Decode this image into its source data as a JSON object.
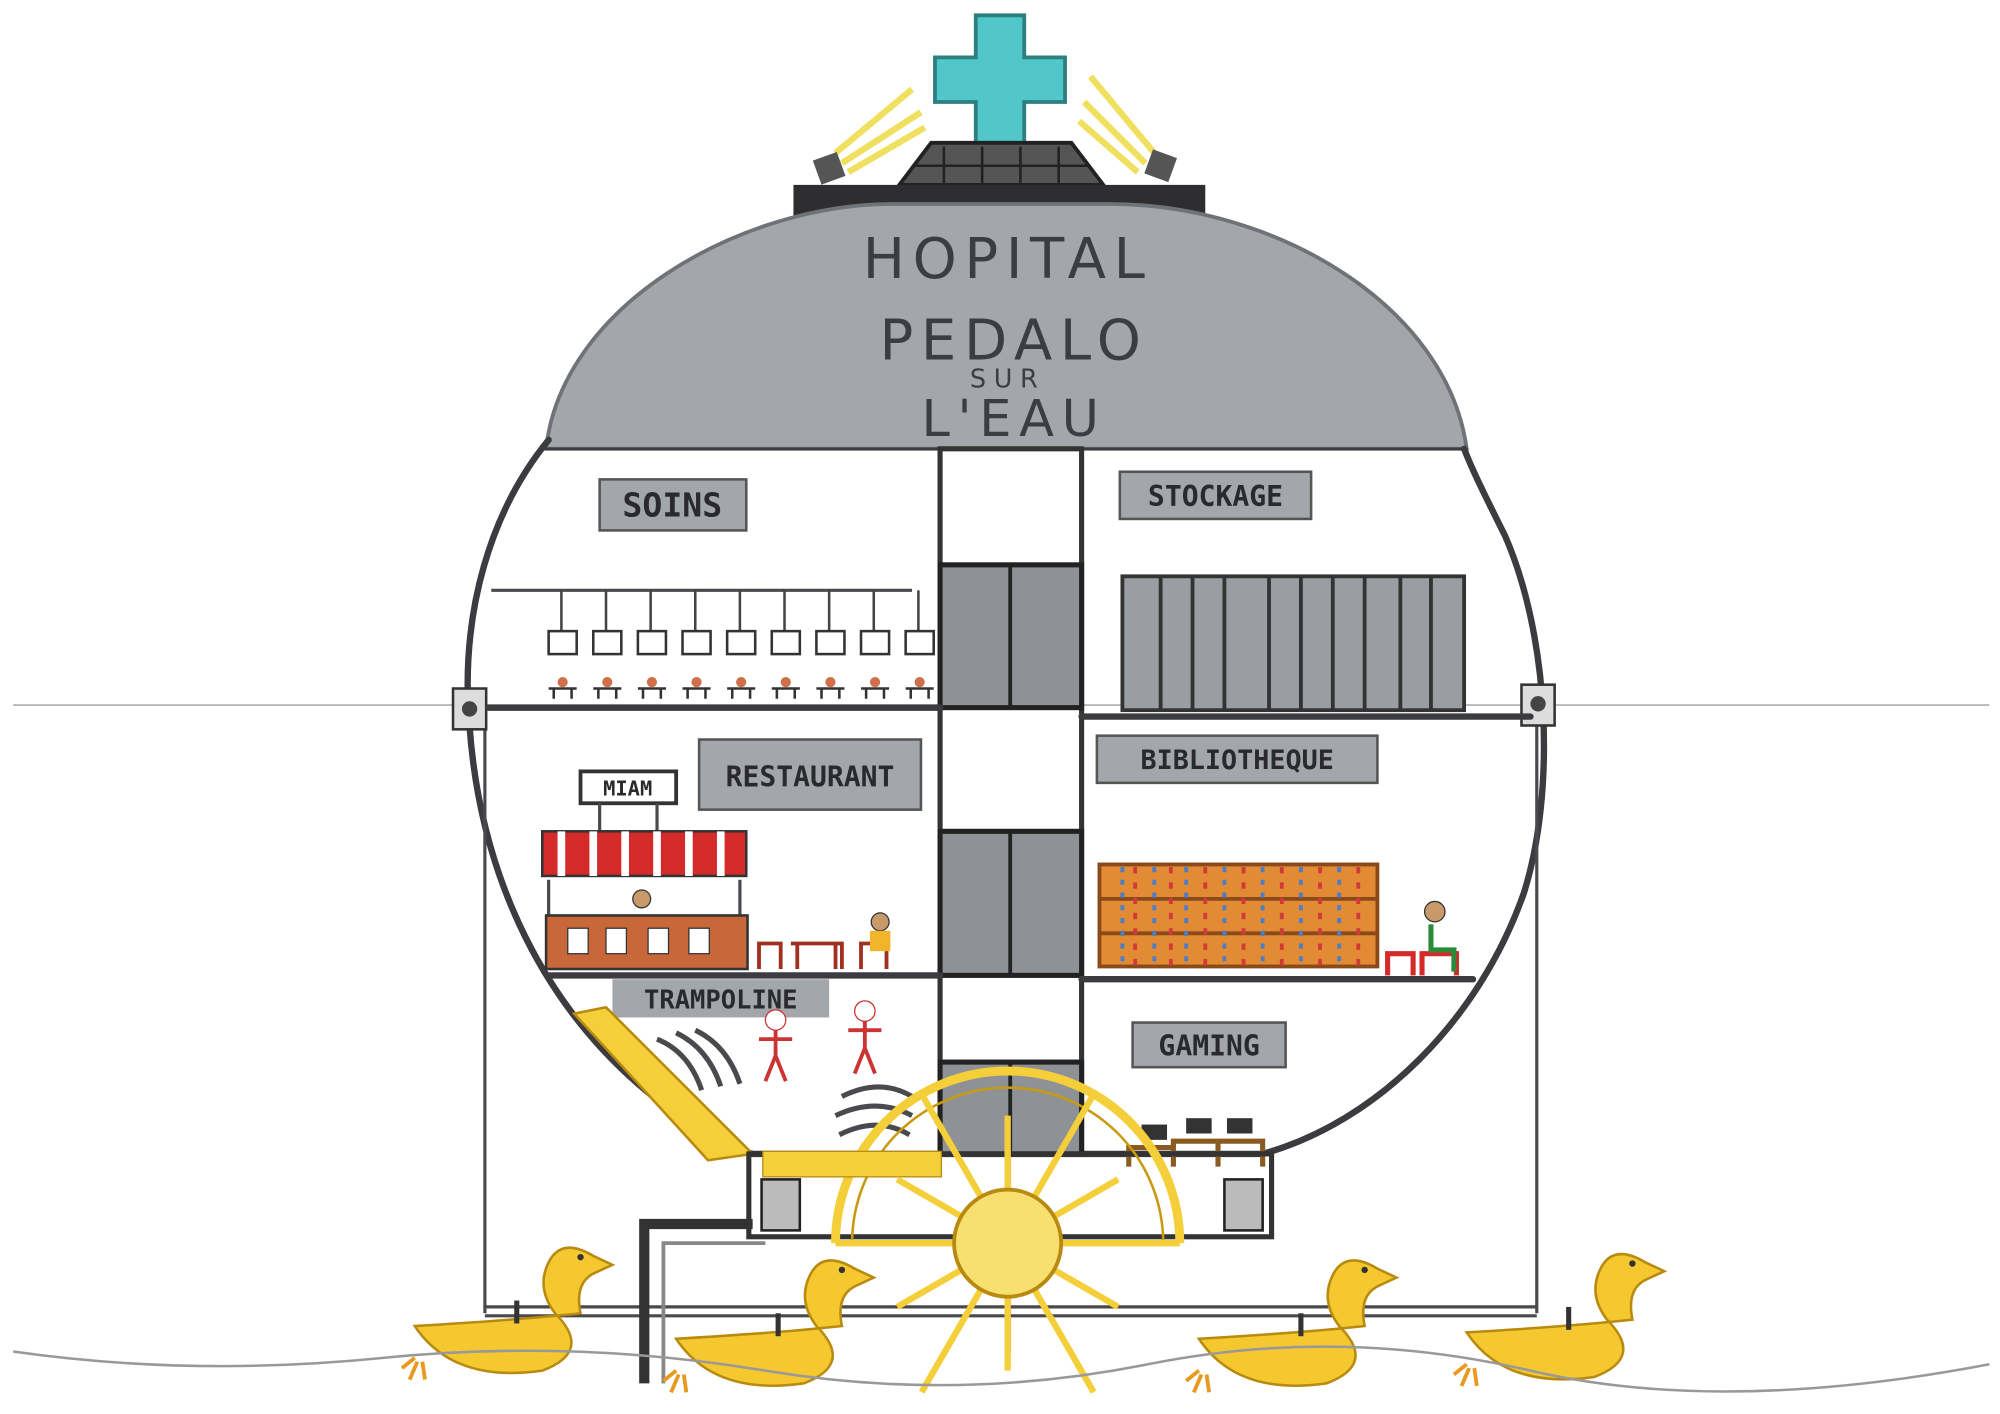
{
  "title": {
    "line1": "HOPITAL",
    "line2": "PEDALO",
    "line3": "SUR",
    "line4": "L'EAU"
  },
  "rooms": {
    "soins": "SOINS",
    "stockage": "STOCKAGE",
    "restaurant": "RESTAURANT",
    "miam": "MIAM",
    "bibliotheque": "BIBLIOTHEQUE",
    "trampoline": "TRAMPOLINE",
    "gaming": "GAMING"
  },
  "colors": {
    "dome": "#a3a7ab",
    "cross": "#52c7c9",
    "shaft": "#8e9296",
    "yellow": "#f5cf3a",
    "restaurant": "#c8673a",
    "awning": "#d42a2a",
    "shelf": "#d9822b"
  }
}
